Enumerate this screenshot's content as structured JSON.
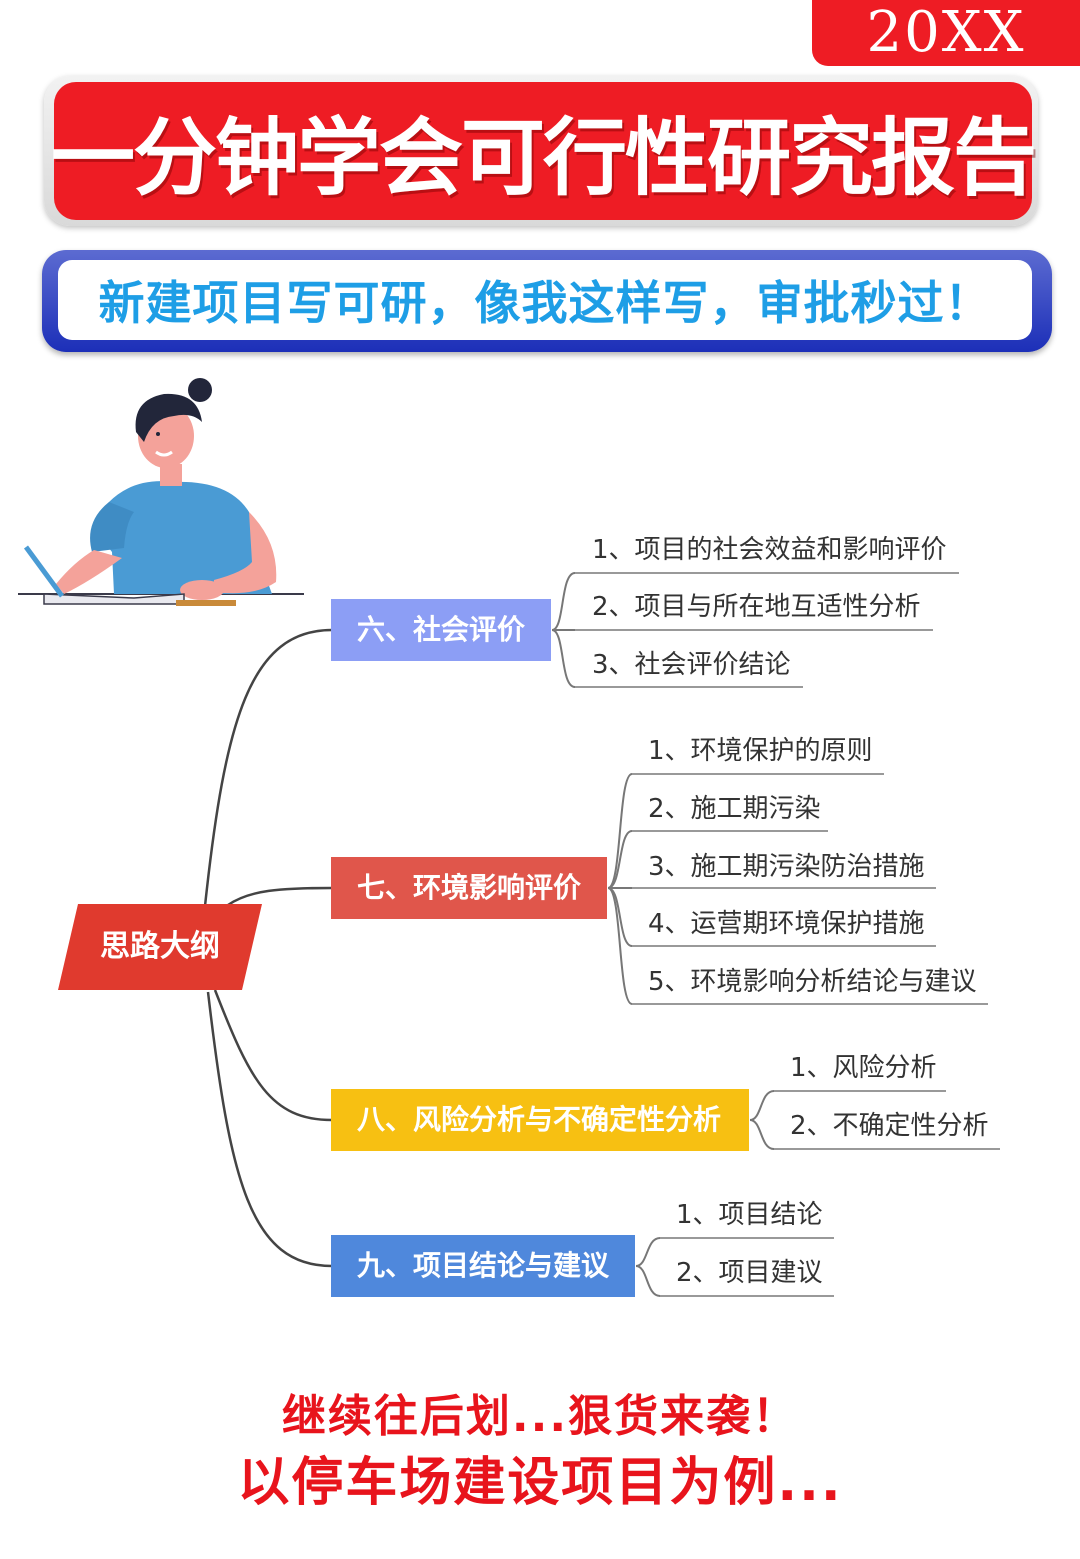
{
  "year": "20XX",
  "title": "一分钟学会可行性研究报告",
  "subtitle": "新建项目写可研，像我这样写，审批秒过！",
  "mindmap": {
    "root": "思路大纲",
    "branches": [
      {
        "label": "六、社会评价",
        "color": "#8c9ef5",
        "items": [
          "1、项目的社会效益和影响评价",
          "2、项目与所在地互适性分析",
          "3、社会评价结论"
        ]
      },
      {
        "label": "七、环境影响评价",
        "color": "#e0564b",
        "items": [
          "1、环境保护的原则",
          "2、施工期污染",
          "3、施工期污染防治措施",
          "4、运营期环境保护措施",
          "5、环境影响分析结论与建议"
        ]
      },
      {
        "label": "八、风险分析与不确定性分析",
        "color": "#f7c012",
        "items": [
          "1、风险分析",
          "2、不确定性分析"
        ]
      },
      {
        "label": "九、项目结论与建议",
        "color": "#4f88dc",
        "items": [
          "1、项目结论",
          "2、项目建议"
        ]
      }
    ]
  },
  "footer": {
    "line1": "继续往后划...狠货来袭！",
    "line2": "以停车场建设项目为例..."
  },
  "colors": {
    "brand_red": "#ee1c24",
    "subtitle_blue": "#1e9ee6",
    "root_red": "#e03a2e"
  },
  "illustration": "woman-writing-icon"
}
